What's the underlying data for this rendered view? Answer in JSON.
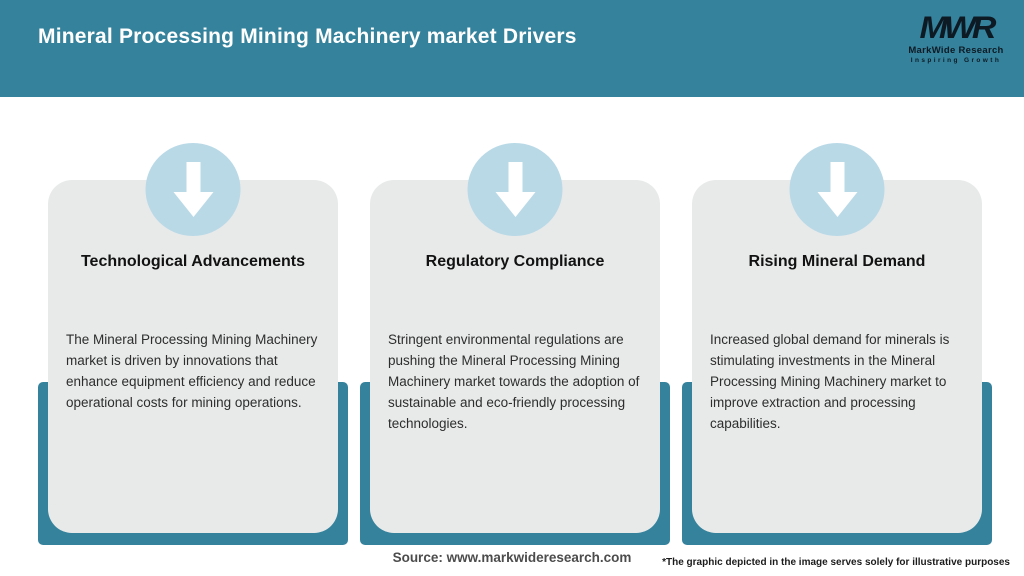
{
  "header": {
    "title": "Mineral Processing Mining Machinery market Drivers",
    "logo": {
      "monogram": "MWR",
      "name": "MarkWide Research",
      "tagline": "Inspiring Growth"
    }
  },
  "cards": [
    {
      "icon": "down-arrow-icon",
      "title": "Technological Advancements",
      "body": "The Mineral Processing Mining Machinery market is driven by innovations that enhance equipment efficiency and reduce operational costs for mining operations."
    },
    {
      "icon": "down-arrow-icon",
      "title": "Regulatory Compliance",
      "body": "Stringent environmental regulations are pushing the Mineral Processing Mining Machinery market towards the adoption of sustainable and eco-friendly processing technologies."
    },
    {
      "icon": "down-arrow-icon",
      "title": "Rising Mineral Demand",
      "body": "Increased global demand for minerals is stimulating investments in the Mineral Processing Mining Machinery market to improve extraction and processing capabilities."
    }
  ],
  "footer": {
    "source": "Source: www.markwideresearch.com",
    "disclaimer": "*The graphic depicted in the image serves solely for illustrative purposes"
  },
  "colors": {
    "header_teal": "#35829C",
    "card_background": "#E8EAEA",
    "icon_circle_blue": "#B9D9E7",
    "arrow_white": "#FFFFFF",
    "title_white": "#FFFFFF"
  }
}
